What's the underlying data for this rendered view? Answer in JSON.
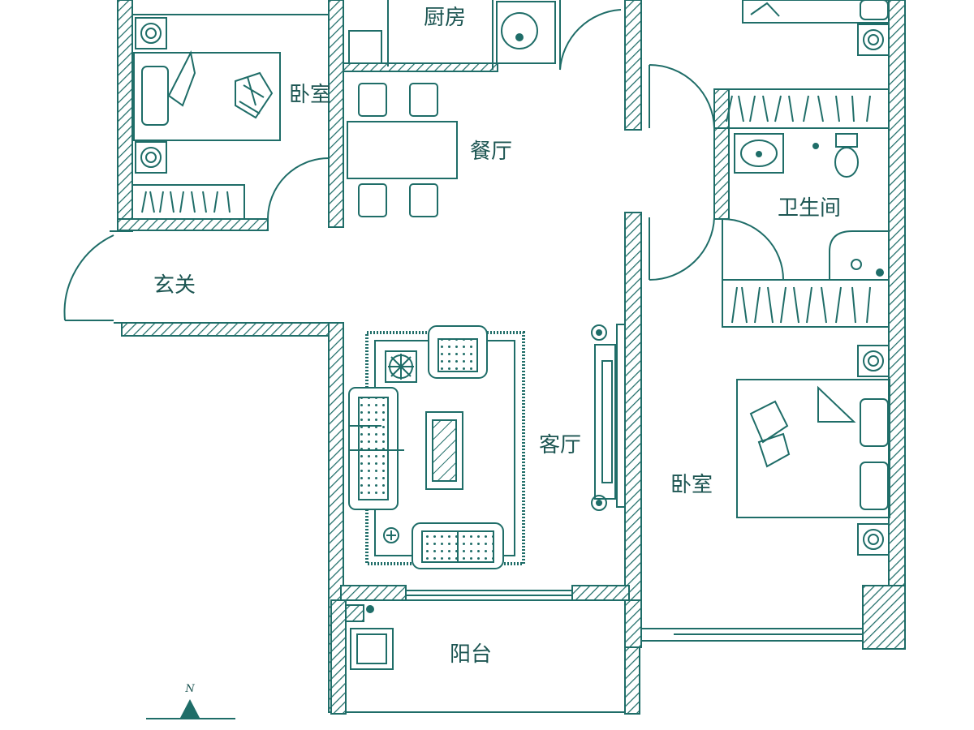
{
  "colors": {
    "line": "#1f6d68",
    "text": "#1c5552",
    "background": "#ffffff"
  },
  "rooms": {
    "kitchen": "厨房",
    "bedroom_top_left": "卧室",
    "dining": "餐厅",
    "bathroom": "卫生间",
    "entrance": "玄关",
    "living": "客厅",
    "bedroom_right": "卧室",
    "balcony": "阳台"
  },
  "north_label": "N",
  "icons": [
    "north-arrow-icon",
    "bed-icon",
    "sofa-icon",
    "toilet-icon",
    "sink-icon",
    "wardrobe-icon",
    "plant-icon",
    "armchair-icon"
  ]
}
